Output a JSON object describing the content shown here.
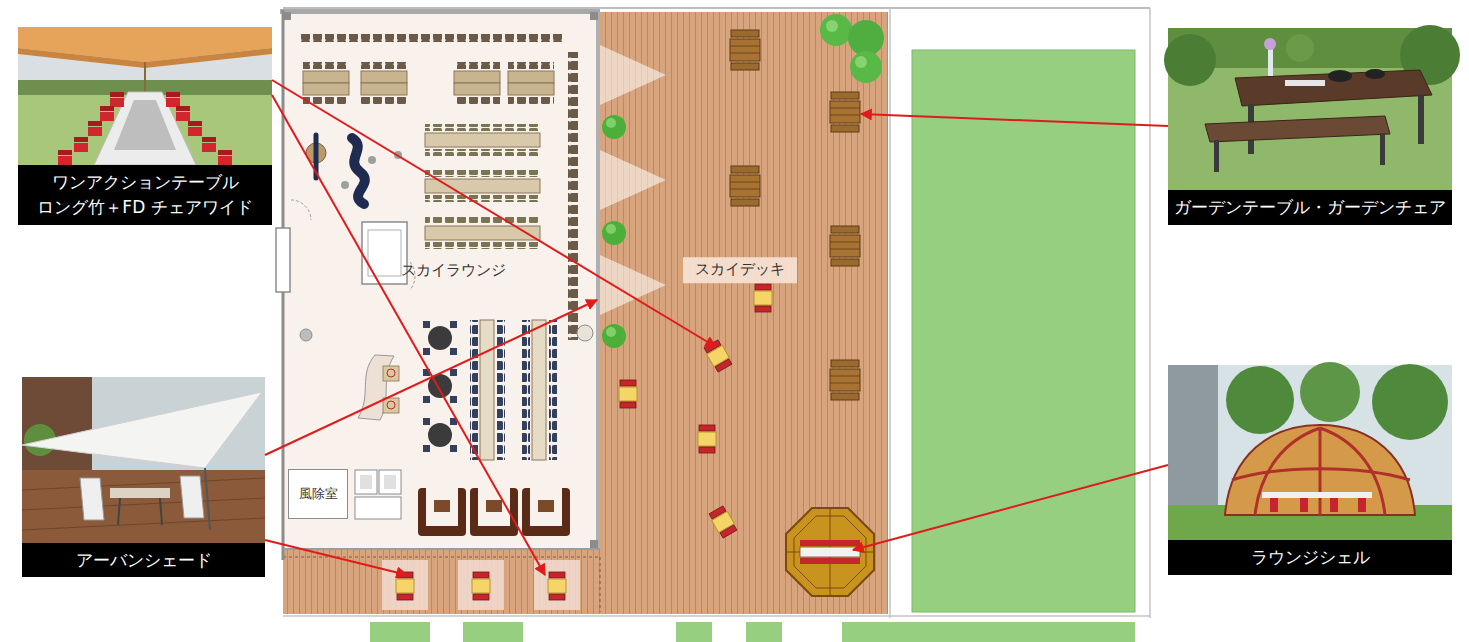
{
  "diagram": {
    "nodes": [
      {
        "text": [
          "ワンアクションテーブル ロング竹＋FD チェアワイド"
        ]
      },
      {
        "text": [
          "スカイラウンジ"
        ]
      },
      {
        "text": [
          "風除室"
        ],
        "in": 1
      },
      {
        "text": [
          "スカイデッキ"
        ]
      },
      {
        "text": [
          "ガーデンテーブル・ガーデンチェア"
        ]
      },
      {
        "text": [
          "アーバンシェード"
        ]
      },
      {
        "text": [
          "ラウンジシェル"
        ]
      }
    ]
  }
}
